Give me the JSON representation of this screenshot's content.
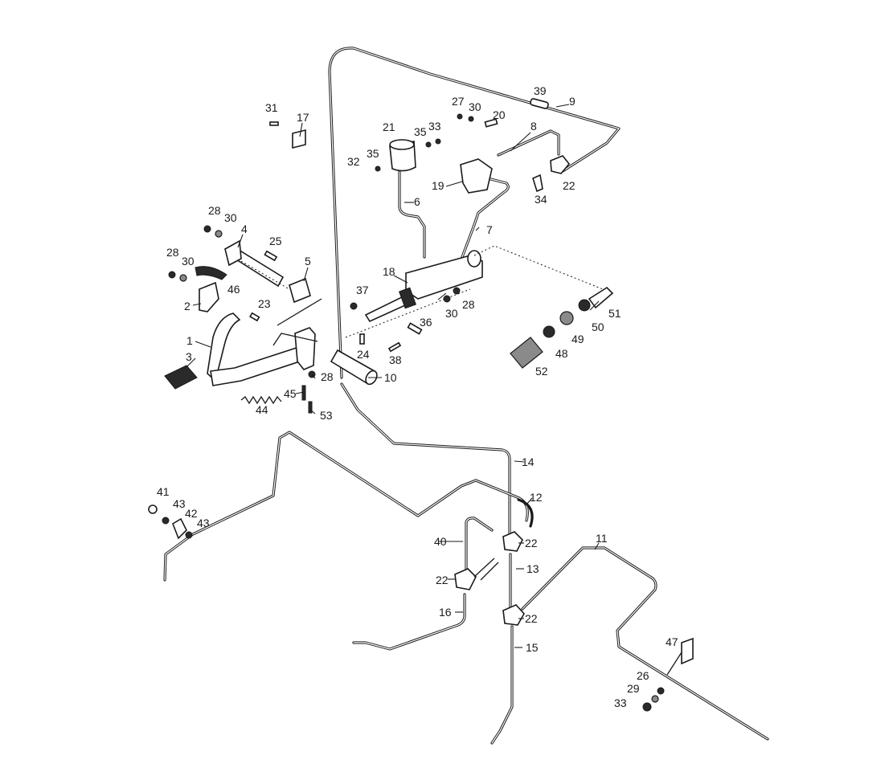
{
  "callouts": {
    "c1": "1",
    "c2": "2",
    "c3": "3",
    "c4": "4",
    "c5": "5",
    "c6": "6",
    "c7": "7",
    "c8": "8",
    "c9": "9",
    "c10": "10",
    "c11": "11",
    "c12": "12",
    "c13": "13",
    "c14": "14",
    "c15": "15",
    "c16": "16",
    "c17": "17",
    "c18": "18",
    "c19": "19",
    "c20": "20",
    "c21": "21",
    "c22a": "22",
    "c22b": "22",
    "c22c": "22",
    "c22d": "22",
    "c23": "23",
    "c24": "24",
    "c25": "25",
    "c26": "26",
    "c27": "27",
    "c28a": "28",
    "c28b": "28",
    "c28c": "28",
    "c28d": "28",
    "c29": "29",
    "c30a": "30",
    "c30b": "30",
    "c30c": "30",
    "c30d": "30",
    "c31": "31",
    "c32": "32",
    "c33a": "33",
    "c33b": "33",
    "c34": "34",
    "c35a": "35",
    "c35b": "35",
    "c36": "36",
    "c37": "37",
    "c38": "38",
    "c39": "39",
    "c40": "40",
    "c41": "41",
    "c42": "42",
    "c43a": "43",
    "c43b": "43",
    "c44": "44",
    "c45": "45",
    "c46": "46",
    "c47": "47",
    "c48": "48",
    "c49": "49",
    "c50": "50",
    "c51": "51",
    "c52": "52",
    "c53": "53"
  }
}
